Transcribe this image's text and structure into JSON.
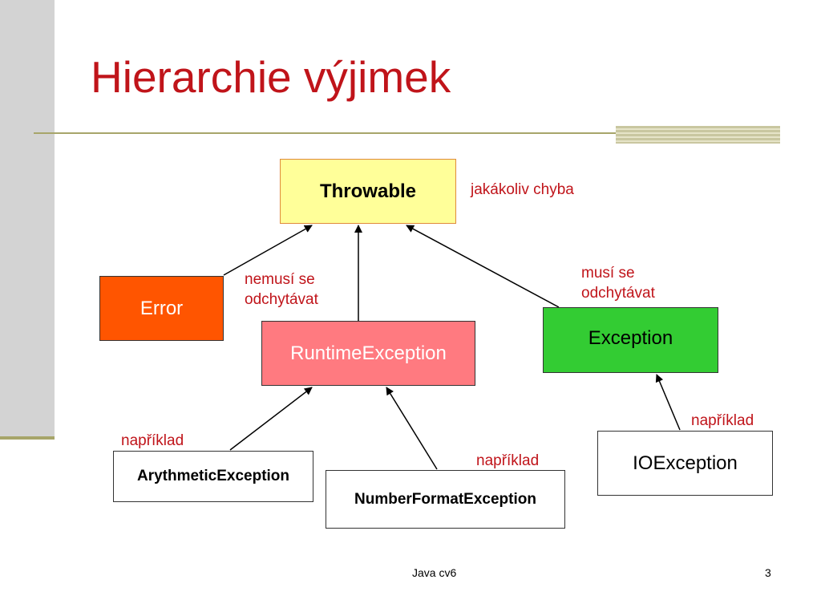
{
  "title": "Hierarchie výjimek",
  "nodes": {
    "throwable": "Throwable",
    "error": "Error",
    "runtime_exception": "RuntimeException",
    "exception": "Exception",
    "io_exception": "IOException",
    "arythmetic_exception": "ArythmeticException",
    "number_format_exception": "NumberFormatException"
  },
  "notes": {
    "jakakoliv": "jakákoliv chyba",
    "nemusi_line1": "nemusí se",
    "nemusi_line2": "odchytávat",
    "musi_line1": "musí se",
    "musi_line2": "odchytávat",
    "priklad_1": "například",
    "priklad_2": "například",
    "priklad_3": "například"
  },
  "footer": {
    "text": "Java cv6",
    "page_number": "3"
  },
  "colors": {
    "title": "#c0141a",
    "throwable": "#ffff99",
    "error": "#ff5500",
    "runtime_exception": "#ff7a80",
    "exception": "#33cc33"
  }
}
